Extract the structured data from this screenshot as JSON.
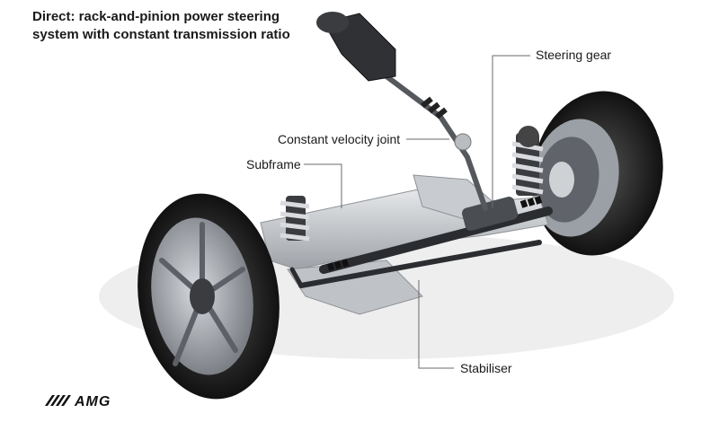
{
  "title": {
    "line1": "Direct: rack-and-pinion power steering",
    "line2": "system with constant transmission ratio"
  },
  "labels": {
    "steering_gear": "Steering gear",
    "cv_joint": "Constant velocity joint",
    "subframe": "Subframe",
    "stabiliser": "Stabiliser"
  },
  "logo": {
    "text": "AMG"
  },
  "colors": {
    "text": "#1a1a1a",
    "leader": "#6a6a6a",
    "tire": "#1e1e1e",
    "rim": "#8c9096",
    "metal": "#c9ccd0",
    "dark_metal": "#3a3c40"
  }
}
